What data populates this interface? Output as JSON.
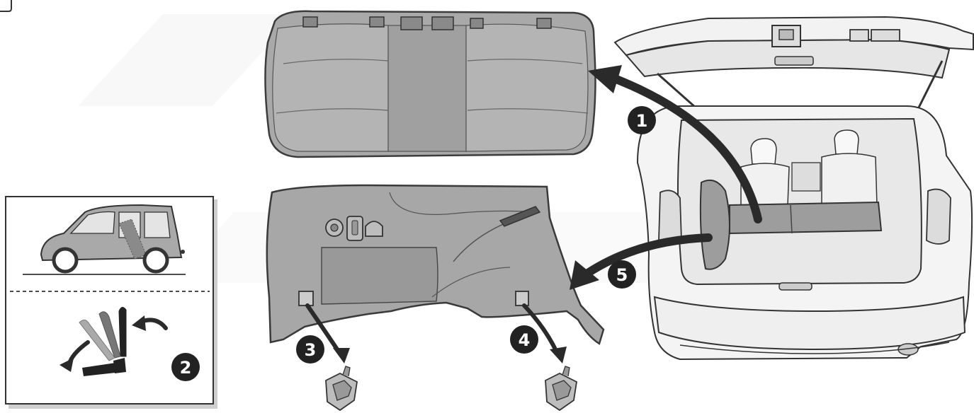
{
  "steps": [
    {
      "label": "1"
    },
    {
      "label": "2"
    },
    {
      "label": "3"
    },
    {
      "label": "4"
    },
    {
      "label": "5"
    }
  ],
  "colors": {
    "part_fill": "#a8a8a8",
    "part_fill_light": "#c8c8c8",
    "part_fill_dark": "#8e8e8e",
    "outline": "#3c3c3c",
    "arrow": "#2a2a2a",
    "badge": "#222222",
    "badge_text": "#ffffff",
    "inset_border": "#333333",
    "shadow": "#d0d0d0"
  },
  "icons": [
    "rear-seat-cushion-icon",
    "car-interior-icon",
    "quarter-trim-panel-icon",
    "trim-clip-icon",
    "fold-seat-icon",
    "vehicle-side-icon"
  ]
}
